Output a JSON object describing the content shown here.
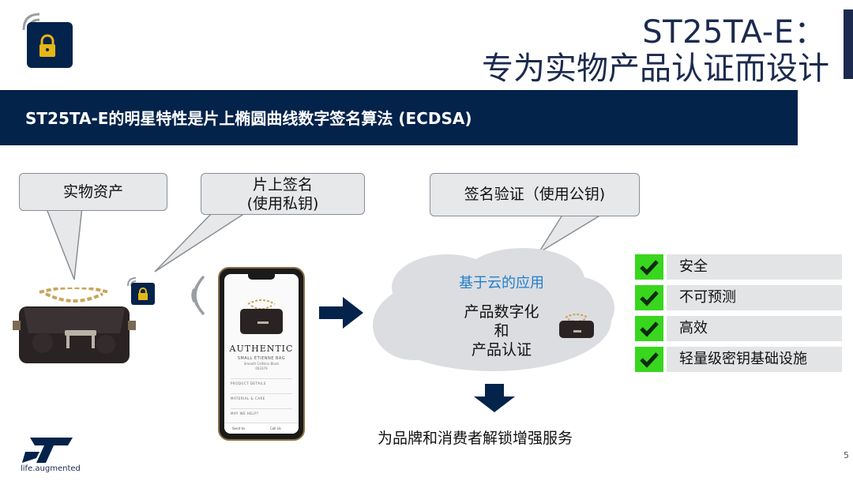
{
  "header": {
    "title_line1": "ST25TA-E：",
    "title_line2": "专为实物产品认证而设计"
  },
  "banner": {
    "text": "ST25TA-E的明星特性是片上椭圆曲线数字签名算法 (ECDSA)"
  },
  "callouts": {
    "physical_asset": "实物资产",
    "on_chip_sign_line1": "片上签名",
    "on_chip_sign_line2": "(使用私钥)",
    "signature_verify": "签名验证（使用公钥)"
  },
  "phone": {
    "heading": "AUTHENTIC",
    "product_name": "SMALL ÉTIENNE BAG",
    "product_sub": "Smooth Calfskin Black",
    "product_code": "003379",
    "menu_items": [
      "PRODUCT DETAILS",
      "MATERIAL & CARE",
      "MAY WE HELP?"
    ],
    "footer_left": "Send Us",
    "footer_right": "Call Us"
  },
  "cloud": {
    "title": "基于云的应用",
    "line1": "产品数字化",
    "line2": "和",
    "line3": "产品认证"
  },
  "checklist": [
    {
      "label": "安全"
    },
    {
      "label": "不可预测"
    },
    {
      "label": "高效"
    },
    {
      "label": "轻量级密钥基础设施"
    }
  ],
  "services_text": "为品牌和消费者解锁增强服务",
  "page_number": "5",
  "logo": {
    "mark": "ST",
    "tagline": "life.augmented"
  },
  "colors": {
    "navy": "#03234b",
    "check_green": "#39d61e",
    "cloud_title_blue": "#1e7fd0",
    "lock_gold": "#e5b616",
    "bubble_fill": "#e7e8ea"
  },
  "icons": [
    "nfc-lock-icon",
    "nfc-waves-icon",
    "checkmark-icon",
    "arrow-right-icon",
    "arrow-down-icon",
    "st-logo-icon"
  ]
}
